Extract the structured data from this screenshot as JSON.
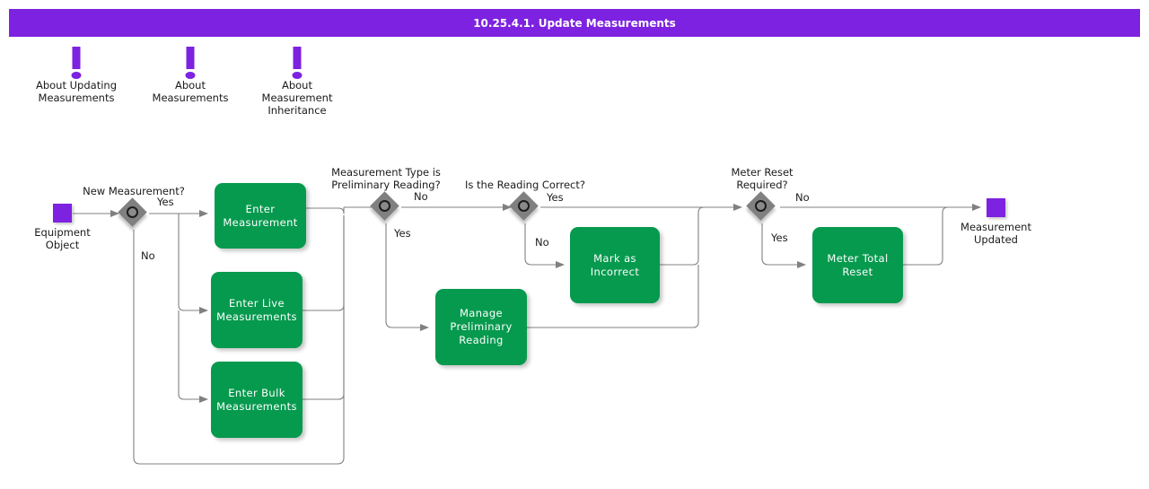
{
  "header": {
    "title": "10.25.4.1. Update Measurements",
    "bg_color": "#7D22E0",
    "text_color": "#FFFFFF"
  },
  "theme": {
    "process_color": "#069A4E",
    "terminal_color": "#7D22E0",
    "decision_color": "#808080",
    "connector_color": "#808080",
    "text_color": "#1A1A1A"
  },
  "notes": [
    {
      "icon": "exclamation-icon",
      "label": "About Updating\nMeasurements"
    },
    {
      "icon": "exclamation-icon",
      "label": "About\nMeasurements"
    },
    {
      "icon": "exclamation-icon",
      "label": "About\nMeasurement\nInheritance"
    }
  ],
  "terminals": [
    {
      "id": "start",
      "label": "Equipment\nObject"
    },
    {
      "id": "end",
      "label": "Measurement\nUpdated"
    }
  ],
  "decisions": [
    {
      "id": "d1",
      "caption": "New Measurement?"
    },
    {
      "id": "d2",
      "caption": "Measurement Type is\nPreliminary Reading?"
    },
    {
      "id": "d3",
      "caption": "Is the Reading Correct?"
    },
    {
      "id": "d4",
      "caption": "Meter Reset\nRequired?"
    }
  ],
  "processes": [
    {
      "id": "p1",
      "label": "Enter\nMeasurement"
    },
    {
      "id": "p2",
      "label": "Enter Live\nMeasurements"
    },
    {
      "id": "p3",
      "label": "Enter Bulk\nMeasurements"
    },
    {
      "id": "p4",
      "label": "Manage\nPreliminary\nReading"
    },
    {
      "id": "p5",
      "label": "Mark as\nIncorrect"
    },
    {
      "id": "p6",
      "label": "Meter Total\nReset"
    }
  ],
  "edge_labels": [
    {
      "id": "e1",
      "text": "Yes"
    },
    {
      "id": "e2",
      "text": "No"
    },
    {
      "id": "e3",
      "text": "No"
    },
    {
      "id": "e4",
      "text": "Yes"
    },
    {
      "id": "e5",
      "text": "Yes"
    },
    {
      "id": "e6",
      "text": "No"
    },
    {
      "id": "e7",
      "text": "No"
    },
    {
      "id": "e8",
      "text": "Yes"
    }
  ]
}
